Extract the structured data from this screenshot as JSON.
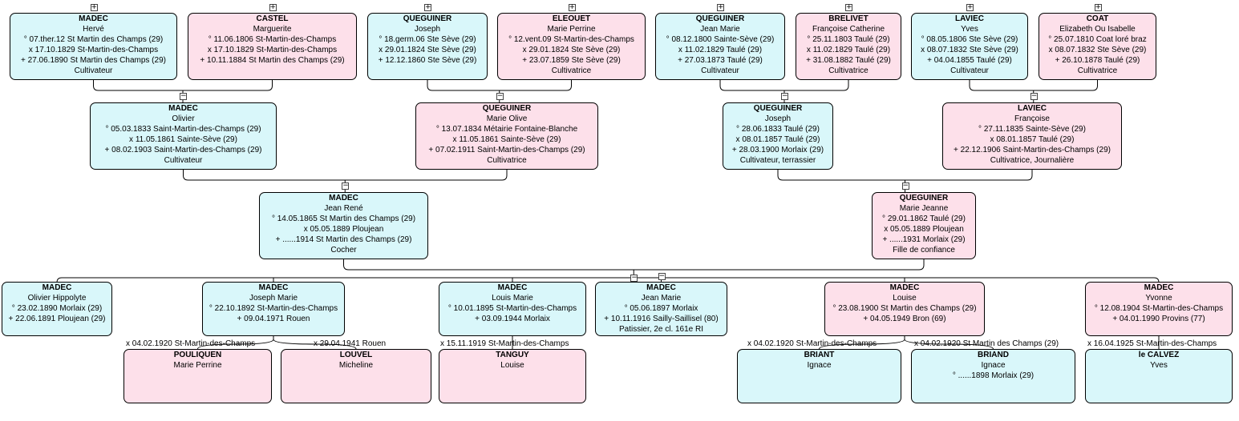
{
  "colors": {
    "male": "#d9f7fa",
    "female": "#fde0ea",
    "line": "#000000"
  },
  "icons": {
    "expand": "+",
    "collapse": "−"
  },
  "ancestors": [
    {
      "surname": "MADEC",
      "given": "Hervé",
      "lines": [
        "° 07.ther.12 St Martin des Champs (29)",
        "x 17.10.1829 St-Martin-des-Champs",
        "+ 27.06.1890 St Martin des Champs (29)",
        "Cultivateur"
      ]
    },
    {
      "surname": "CASTEL",
      "given": "Marguerite",
      "lines": [
        "° 11.06.1806 St-Martin-des-Champs",
        "x 17.10.1829 St-Martin-des-Champs",
        "+ 10.11.1884 St Martin des Champs (29)"
      ]
    },
    {
      "surname": "QUEGUINER",
      "given": "Joseph",
      "lines": [
        "° 18.germ.06 Ste Sève (29)",
        "x 29.01.1824 Ste Sève (29)",
        "+ 12.12.1860 Ste Sève (29)"
      ]
    },
    {
      "surname": "ELEOUET",
      "given": "Marie Perrine",
      "lines": [
        "° 12.vent.09 St-Martin-des-Champs",
        "x 29.01.1824 Ste Sève (29)",
        "+ 23.07.1859 Ste Sève (29)",
        "Cultivatrice"
      ]
    },
    {
      "surname": "QUEGUINER",
      "given": "Jean Marie",
      "lines": [
        "° 08.12.1800 Sainte-Sève (29)",
        "x 11.02.1829 Taulé (29)",
        "+ 27.03.1873 Taulé (29)",
        "Cultivateur"
      ]
    },
    {
      "surname": "BRELIVET",
      "given": "Françoise Catherine",
      "lines": [
        "° 25.11.1803 Taulé (29)",
        "x 11.02.1829 Taulé (29)",
        "+ 31.08.1882 Taulé (29)",
        "Cultivatrice"
      ]
    },
    {
      "surname": "LAVIEC",
      "given": "Yves",
      "lines": [
        "° 08.05.1806 Ste Sève (29)",
        "x 08.07.1832 Ste Sève (29)",
        "+ 04.04.1855 Taulé (29)",
        "Cultivateur"
      ]
    },
    {
      "surname": "COAT",
      "given": "Elizabeth Ou Isabelle",
      "lines": [
        "° 25.07.1810 Coat loré braz",
        "x 08.07.1832 Ste Sève (29)",
        "+ 26.10.1878 Taulé (29)",
        "Cultivatrice"
      ]
    }
  ],
  "grandparents": [
    {
      "surname": "MADEC",
      "given": "Olivier",
      "lines": [
        "° 05.03.1833 Saint-Martin-des-Champs (29)",
        "x 11.05.1861 Sainte-Sève (29)",
        "+ 08.02.1903 Saint-Martin-des-Champs (29)",
        "Cultivateur"
      ]
    },
    {
      "surname": "QUEGUINER",
      "given": "Marie Olive",
      "lines": [
        "° 13.07.1834 Métairie Fontaine-Blanche",
        "x 11.05.1861 Sainte-Sève (29)",
        "+ 07.02.1911 Saint-Martin-des-Champs (29)",
        "Cultivatrice"
      ]
    },
    {
      "surname": "QUEGUINER",
      "given": "Joseph",
      "lines": [
        "° 28.06.1833 Taulé (29)",
        "x 08.01.1857 Taulé (29)",
        "+ 28.03.1900 Morlaix (29)",
        "Cultivateur, terrassier"
      ]
    },
    {
      "surname": "LAVIEC",
      "given": "Françoise",
      "lines": [
        "° 27.11.1835 Sainte-Sève (29)",
        "x 08.01.1857 Taulé (29)",
        "+ 22.12.1906 Saint-Martin-des-Champs (29)",
        "Cultivatrice, Journalière"
      ]
    }
  ],
  "parents": [
    {
      "surname": "MADEC",
      "given": "Jean René",
      "lines": [
        "° 14.05.1865 St Martin des Champs (29)",
        "x 05.05.1889 Ploujean",
        "+ ......1914 St Martin des Champs (29)",
        "Cocher"
      ]
    },
    {
      "surname": "QUEGUINER",
      "given": "Marie Jeanne",
      "lines": [
        "° 29.01.1862 Taulé (29)",
        "x 05.05.1889 Ploujean",
        "+ ......1931 Morlaix (29)",
        "Fille de confiance"
      ]
    }
  ],
  "children": [
    {
      "surname": "MADEC",
      "given": "Olivier Hippolyte",
      "lines": [
        "° 23.02.1890 Morlaix (29)",
        "+ 22.06.1891 Ploujean (29)"
      ]
    },
    {
      "surname": "MADEC",
      "given": "Joseph Marie",
      "lines": [
        "° 22.10.1892 St-Martin-des-Champs",
        "+ 09.04.1971 Rouen"
      ]
    },
    {
      "surname": "MADEC",
      "given": "Louis Marie",
      "lines": [
        "° 10.01.1895 St-Martin-des-Champs",
        "+ 03.09.1944 Morlaix"
      ]
    },
    {
      "surname": "MADEC",
      "given": "Jean Marie",
      "lines": [
        "° 05.06.1897 Morlaix",
        "+ 10.11.1916 Sailly-Saillisel (80)",
        "Patissier, 2e cl. 161e RI"
      ]
    },
    {
      "surname": "MADEC",
      "given": "Louise",
      "lines": [
        "° 23.08.1900 St Martin des Champs (29)",
        "+ 04.05.1949 Bron (69)"
      ]
    },
    {
      "surname": "MADEC",
      "given": "Yvonne",
      "lines": [
        "° 12.08.1904 St-Martin-des-Champs",
        "+ 04.01.1990 Provins (77)"
      ]
    }
  ],
  "spouses": [
    {
      "surname": "POULIQUEN",
      "given": "Marie Perrine",
      "lines": []
    },
    {
      "surname": "LOUVEL",
      "given": "Micheline",
      "lines": []
    },
    {
      "surname": "TANGUY",
      "given": "Louise",
      "lines": []
    },
    {
      "surname": "BRIANT",
      "given": "Ignace",
      "lines": []
    },
    {
      "surname": "BRIAND",
      "given": "Ignace",
      "lines": [
        "° ......1898 Morlaix (29)"
      ]
    },
    {
      "surname": "le CALVEZ",
      "given": "Yves",
      "lines": []
    }
  ],
  "marriages": [
    "x 04.02.1920 St-Martin-des-Champs",
    "x 29.04.1941 Rouen",
    "x 15.11.1919 St-Martin-des-Champs",
    "x 04.02.1920 St-Martin-des-Champs",
    "x 04.02.1920 St Martin des Champs (29)",
    "x 16.04.1925 St-Martin-des-Champs"
  ]
}
